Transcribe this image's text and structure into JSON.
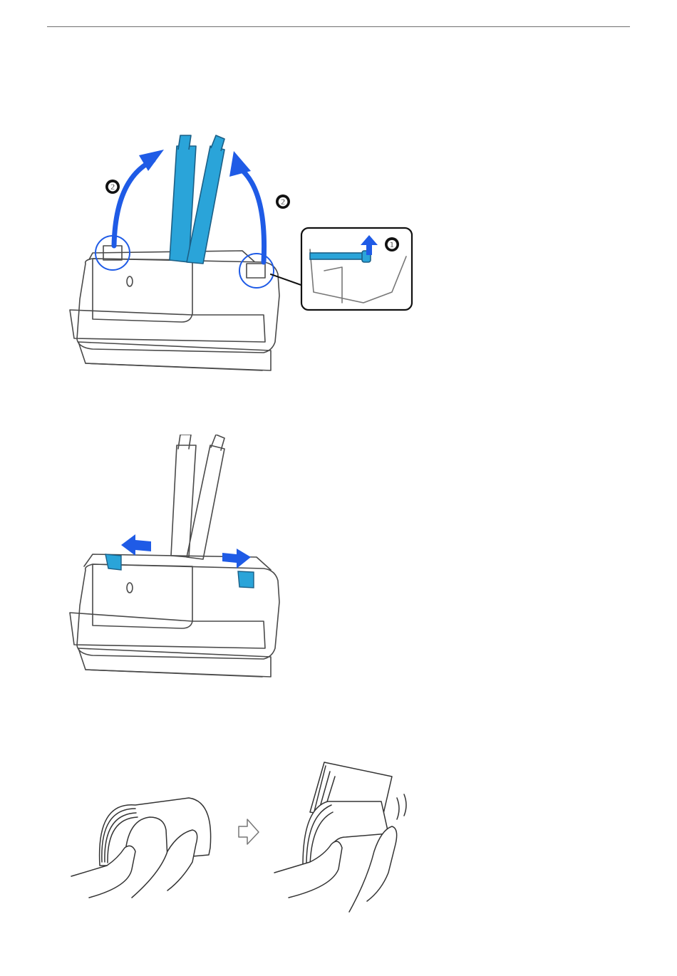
{
  "colors": {
    "line": "#4a4a4a",
    "accent": "#1f5be6",
    "part_blue": "#2aa4d9",
    "part_blue_dark": "#1b7fb0",
    "body_fill": "#ffffff",
    "badge": "#111111"
  },
  "figure1": {
    "callouts": [
      {
        "number": "❷"
      },
      {
        "number": "❷"
      }
    ],
    "inset_callout": {
      "number": "❶"
    }
  },
  "figure2": {},
  "figure3": {}
}
